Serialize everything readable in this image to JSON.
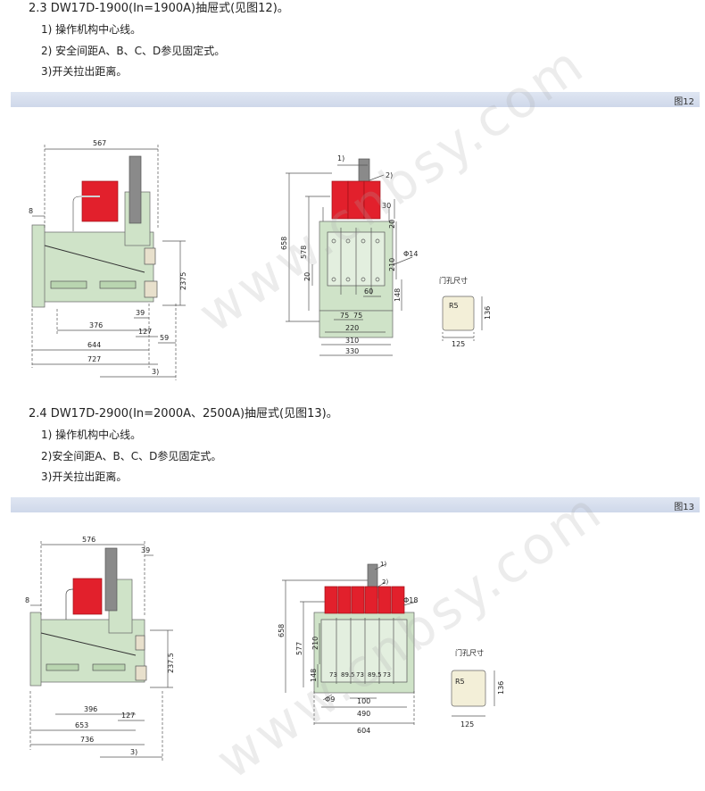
{
  "section1": {
    "heading": "2.3 DW17D-1900(In=1900A)抽屉式(见图12)。",
    "notes": [
      "1) 操作机构中心线。",
      "2) 安全间距A、B、C、D参见固定式。",
      "3)开关拉出距离。"
    ]
  },
  "section2": {
    "heading": "2.4 DW17D-2900(In=2000A、2500A)抽屉式(见图13)。",
    "notes": [
      "1) 操作机构中心线。",
      "2)安全间距A、B、C、D参见固定式。",
      "3)开关拉出距离。"
    ]
  },
  "figure12": {
    "label": "图12",
    "side_dims": [
      "567",
      "8",
      "2375",
      "39",
      "376",
      "127",
      "59",
      "644",
      "727",
      "3)"
    ],
    "front_dims": [
      "1)",
      "2)",
      "30",
      "20",
      "658",
      "578",
      "210",
      "Φ14",
      "20",
      "60",
      "148",
      "75",
      "75",
      "220",
      "310",
      "330"
    ],
    "door": {
      "title": "门孔尺寸",
      "radius": "R5",
      "height": "136",
      "width": "125"
    }
  },
  "figure13": {
    "label": "图13",
    "side_dims": [
      "576",
      "39",
      "8",
      "237.5",
      "396",
      "127",
      "653",
      "736",
      "3)"
    ],
    "front_dims": [
      "1)",
      "2)",
      "Φ18",
      "658",
      "577",
      "210",
      "148",
      "73",
      "89.5",
      "73",
      "89.5",
      "73",
      "Φ9",
      "100",
      "490",
      "604"
    ],
    "door": {
      "title": "门孔尺寸",
      "radius": "R5",
      "height": "136",
      "width": "125"
    }
  },
  "colors": {
    "red": "#e2202c",
    "green_body": "#cfe3c8",
    "grey_handle": "#8a8a8a",
    "header_bar": "#d6deec"
  },
  "watermark": "www.cnbsy.com"
}
